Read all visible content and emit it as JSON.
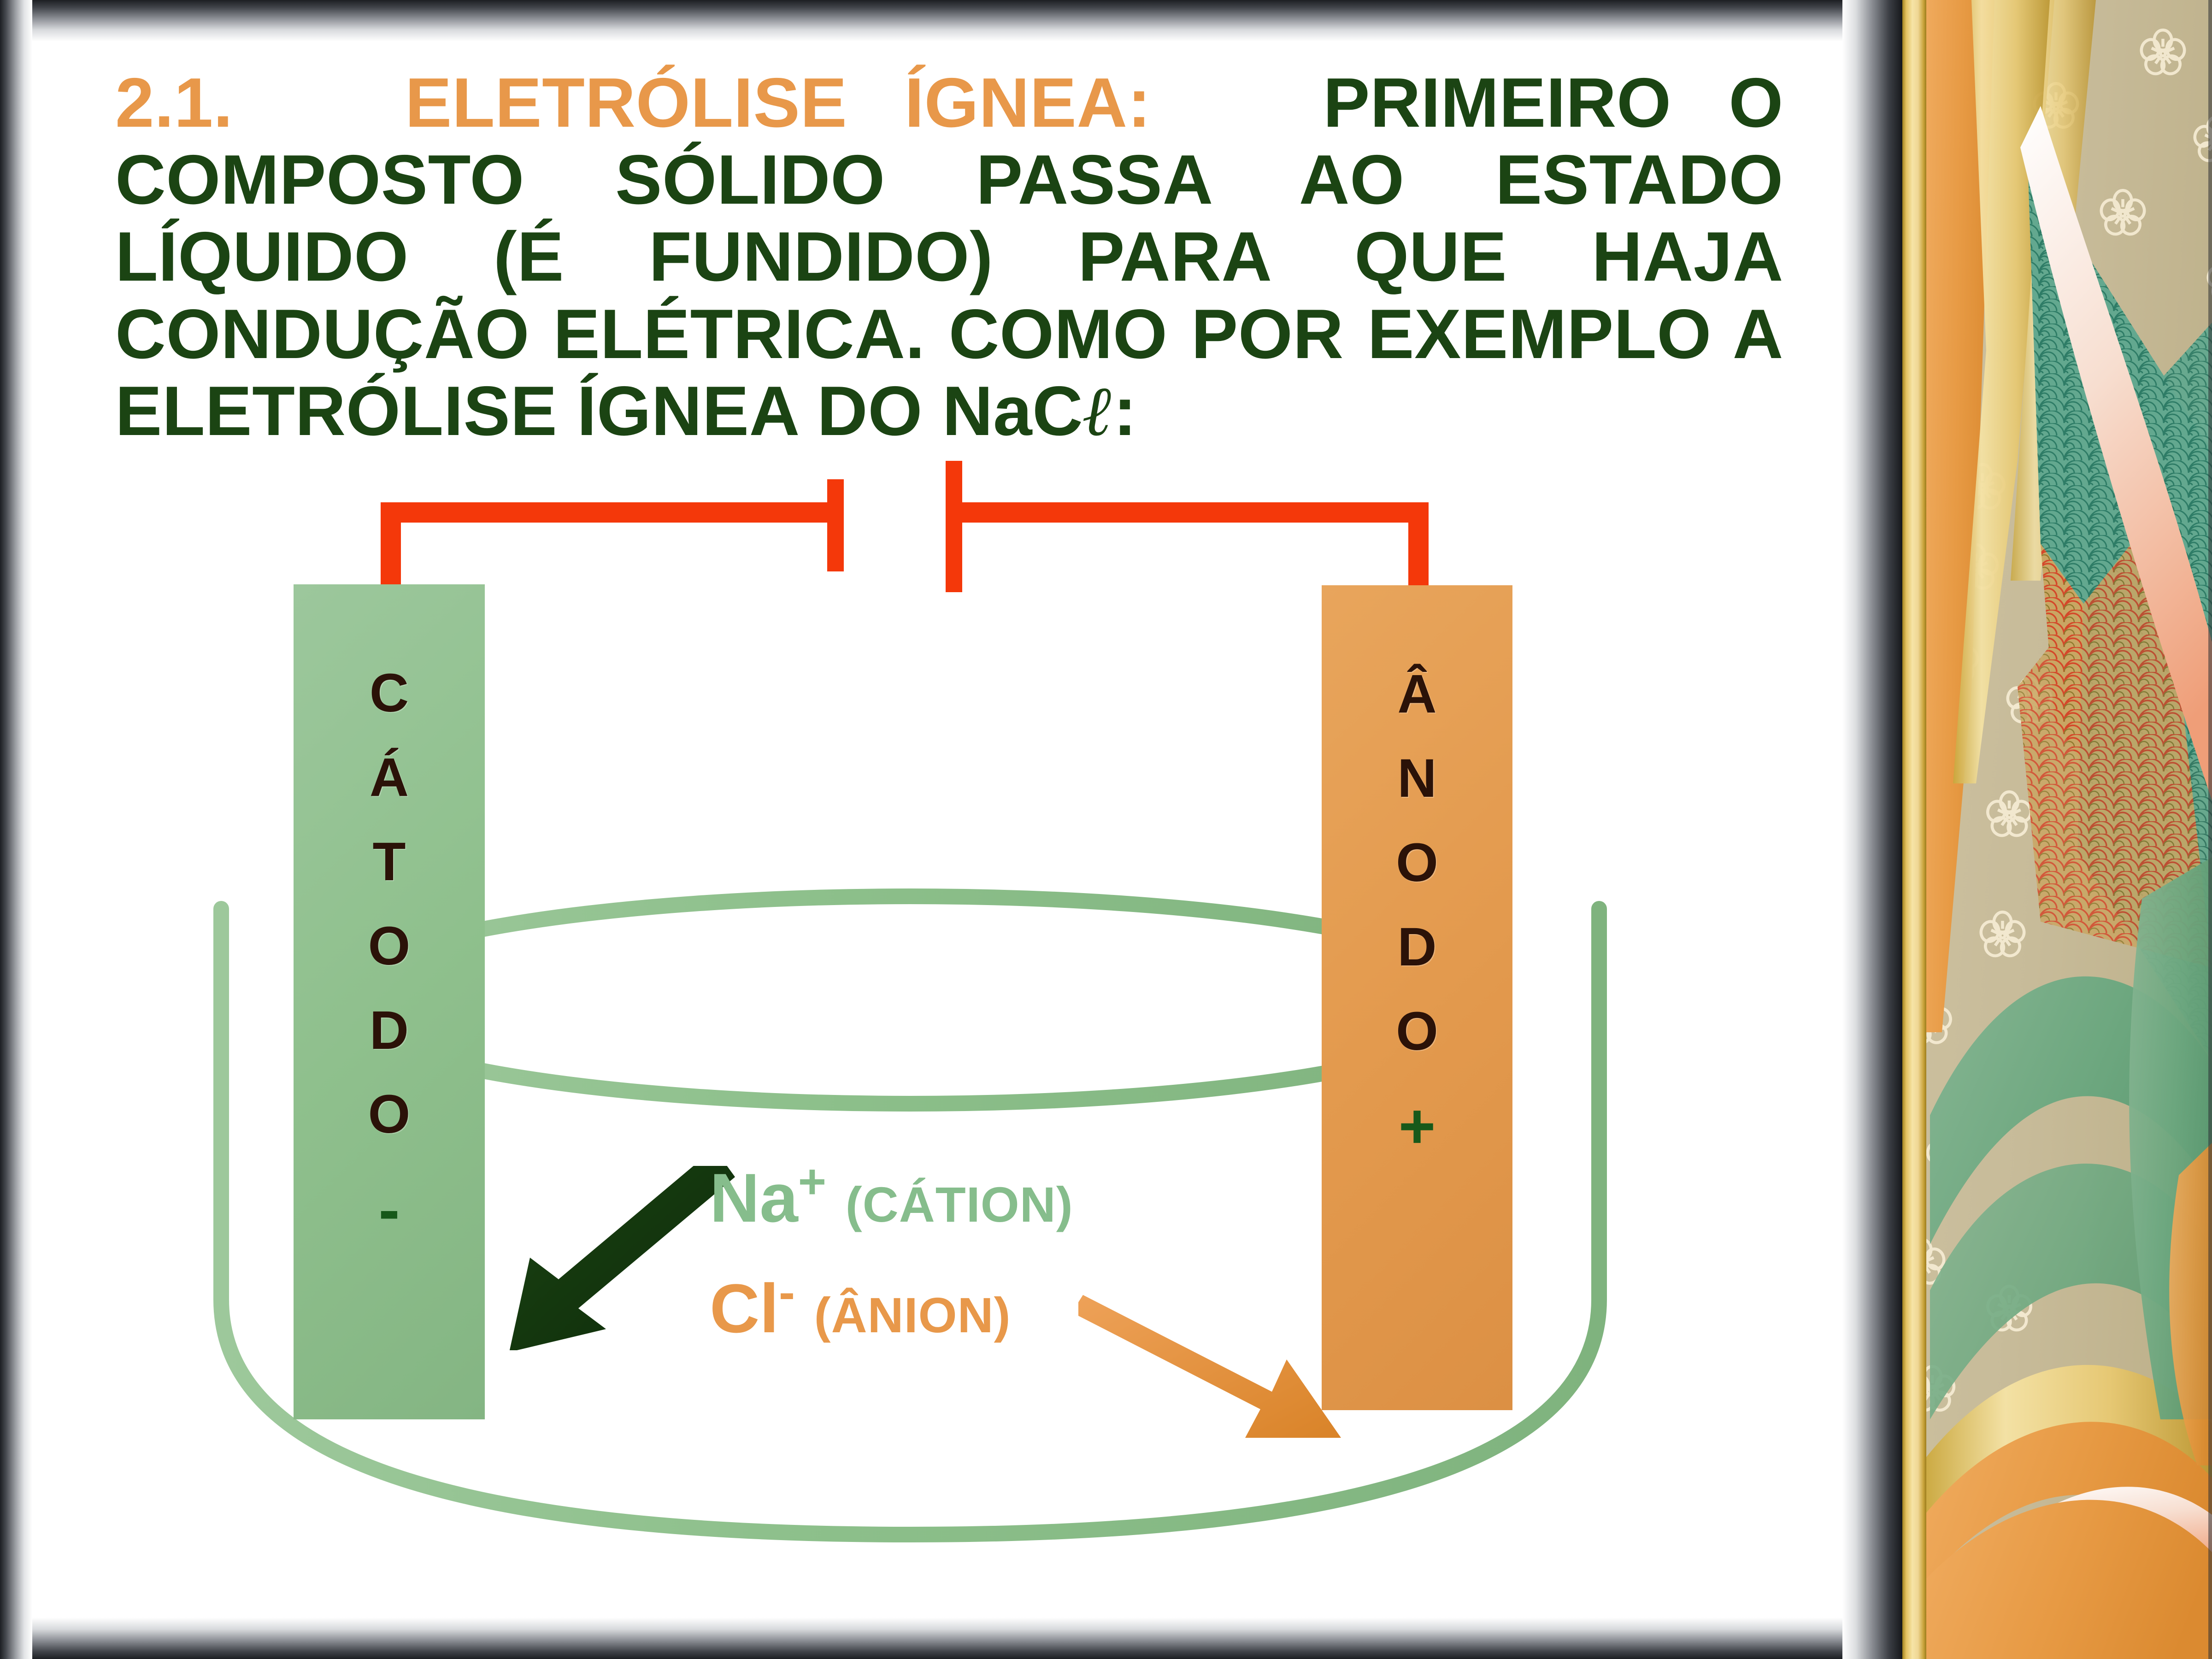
{
  "slide": {
    "title": {
      "section_number": "2.1.",
      "keyword": "ELETRÓLISE ÍGNEA:",
      "body": "PRIMEIRO O COMPOSTO SÓLIDO PASSA AO ESTADO LÍQUIDO (É FUNDIDO) PARA QUE HAJA CONDUÇÃO ELÉTRICA. COMO POR EXEMPLO A ELETRÓLISE ÍGNEA DO NaC",
      "body_tail": ":",
      "script_l": "ℓ",
      "keyword_color": "#e8984a",
      "body_color": "#1b4413"
    },
    "diagram": {
      "cathode": {
        "label_letters": [
          "C",
          "Á",
          "T",
          "O",
          "D",
          "O"
        ],
        "sign": "-",
        "fill_color": "#8fc08d",
        "sign_color": "#17591a"
      },
      "anode": {
        "label_letters": [
          "Â",
          "N",
          "O",
          "D",
          "O"
        ],
        "sign": "+",
        "fill_color": "#e39a4e",
        "sign_color": "#17591a"
      },
      "ions": [
        {
          "formula": "Na",
          "charge": "+",
          "name": "(CÁTION)",
          "color": "#86bd8c",
          "moves_to": "cathode"
        },
        {
          "formula": "Cl",
          "charge": "-",
          "name": "(ÂNION)",
          "color": "#e8984a",
          "moves_to": "anode"
        }
      ],
      "beaker": {
        "stroke_color": "#8fc08d"
      },
      "circuit": {
        "wire_color": "#f4380a",
        "component": "battery"
      }
    }
  }
}
